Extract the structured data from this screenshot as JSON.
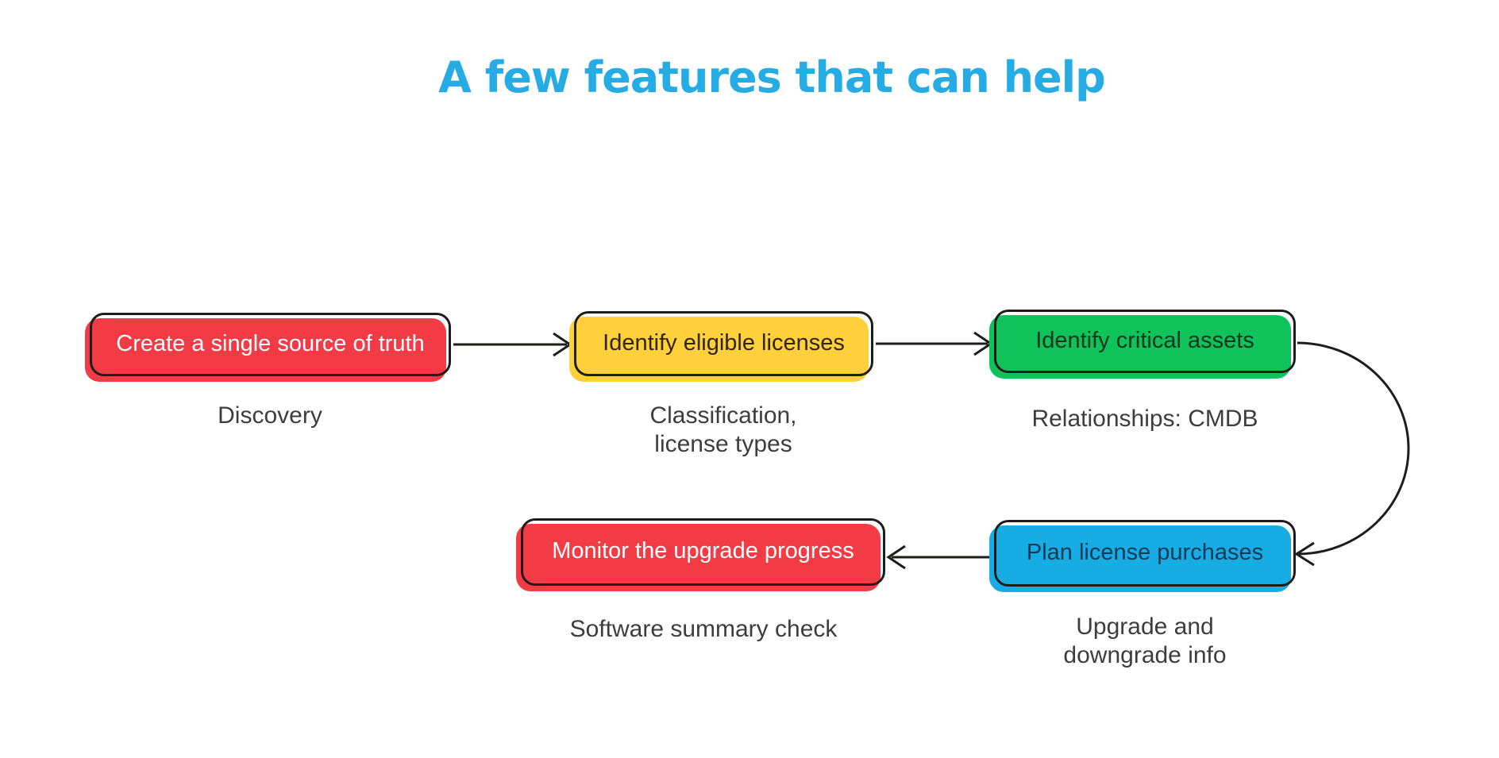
{
  "title": {
    "text": "A few features that can help",
    "color": "#25ace4"
  },
  "diagram": {
    "background": "#ffffff",
    "outline_color": "#1d1d1b",
    "caption_color": "#3d3d3d",
    "nodes": [
      {
        "label": "Create a single source of truth",
        "caption": "Discovery",
        "fill": "#f23b44",
        "label_color": "#ffffff"
      },
      {
        "label": "Identify eligible licenses",
        "caption": "Classification,\nlicense types",
        "fill": "#fdd03c",
        "label_color": "#322508"
      },
      {
        "label": "Identify critical assets",
        "caption": "Relationships: CMDB",
        "fill": "#0fc35a",
        "label_color": "#0c361e"
      },
      {
        "label": "Plan license purchases",
        "caption": "Upgrade and\ndowngrade info",
        "fill": "#17ade4",
        "label_color": "#0e3a58"
      },
      {
        "label": "Monitor the upgrade progress",
        "caption": "Software summary check",
        "fill": "#f23b44",
        "label_color": "#ffffff"
      }
    ],
    "connections": [
      {
        "from": "Create a single source of truth",
        "to": "Identify eligible licenses",
        "style": "straight-right"
      },
      {
        "from": "Identify eligible licenses",
        "to": "Identify critical assets",
        "style": "straight-right"
      },
      {
        "from": "Identify critical assets",
        "to": "Plan license purchases",
        "style": "curved-down"
      },
      {
        "from": "Plan license purchases",
        "to": "Monitor the upgrade progress",
        "style": "straight-left"
      }
    ]
  }
}
